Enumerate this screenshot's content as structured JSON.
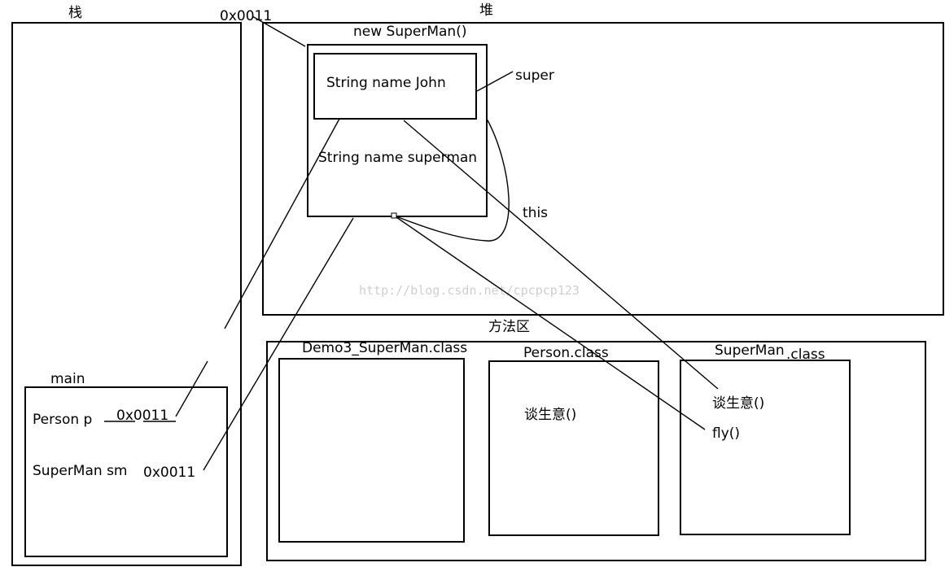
{
  "stack": {
    "title": "栈",
    "frame": {
      "title": "main",
      "var_person": "Person p",
      "var_person_addr": "0x0011",
      "var_superman": "SuperMan sm",
      "var_superman_addr": "0x0011"
    }
  },
  "heap": {
    "title": "堆",
    "address": "0x0011",
    "object_label": "new SuperMan()",
    "super_field": "String name John",
    "this_field": "String name superman",
    "super_label": "super",
    "this_label": "this"
  },
  "method_area": {
    "title": "方法区",
    "classes": [
      {
        "name": "Demo3_SuperMan.class",
        "methods": []
      },
      {
        "name": "Person.class",
        "methods": [
          "谈生意()"
        ]
      },
      {
        "name": "SuperMan",
        "name_suffix": ".class",
        "methods": [
          "谈生意()",
          "fly()"
        ]
      }
    ]
  },
  "watermark": "http://blog.csdn.net/cpcpcp123"
}
